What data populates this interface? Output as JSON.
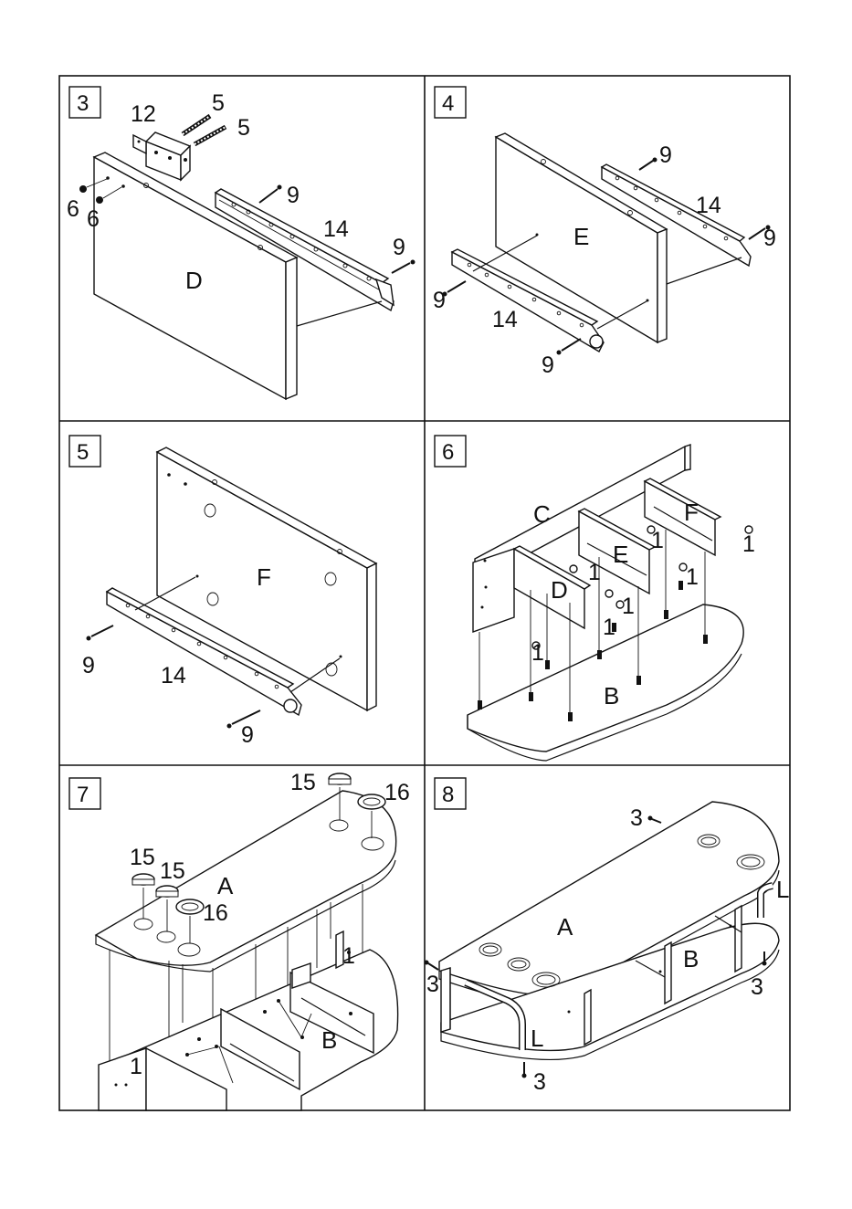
{
  "steps": [
    {
      "number": "3",
      "panel": "D",
      "parts": {
        "bracket": "12",
        "dowel_a": "5",
        "dowel_b": "5",
        "cam_a": "6",
        "cam_b": "6",
        "screw_top": "9",
        "slide": "14",
        "screw_end": "9"
      }
    },
    {
      "number": "4",
      "panel": "E",
      "parts": {
        "screw_top": "9",
        "slide_top": "14",
        "screw_right": "9",
        "screw_left": "9",
        "slide_bottom": "14",
        "screw_bottom": "9"
      }
    },
    {
      "number": "5",
      "panel": "F",
      "parts": {
        "screw_left": "9",
        "slide": "14",
        "screw_bottom": "9"
      }
    },
    {
      "number": "6",
      "panels": {
        "c": "C",
        "d": "D",
        "e": "E",
        "f": "F",
        "b": "B"
      },
      "parts": {
        "cam1": "1",
        "cam2": "1",
        "cam3": "1",
        "cam4": "1",
        "cam5": "1",
        "cam6": "1",
        "cam7": "1"
      }
    },
    {
      "number": "7",
      "panels": {
        "a": "A",
        "b": "B"
      },
      "parts": {
        "cap_top": "15",
        "grommet_top": "16",
        "cap_a": "15",
        "cap_b": "15",
        "grommet_b": "16",
        "cam_right": "1",
        "cam_left": "1"
      }
    },
    {
      "number": "8",
      "panels": {
        "a": "A",
        "b": "B",
        "l_top": "L",
        "l_bottom": "L"
      },
      "parts": {
        "screw_top": "3",
        "screw_left": "3",
        "screw_right": "3",
        "screw_bottom": "3"
      }
    }
  ]
}
